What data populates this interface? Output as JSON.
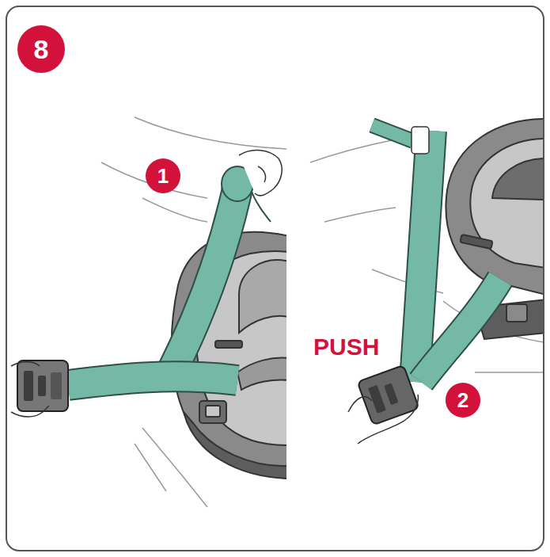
{
  "diagram": {
    "nodes": [
      {
        "text": [
          "8"
        ]
      },
      {
        "text": [
          "1"
        ]
      },
      {
        "text": [
          "2"
        ]
      }
    ],
    "labels": [
      "PUSH"
    ]
  }
}
